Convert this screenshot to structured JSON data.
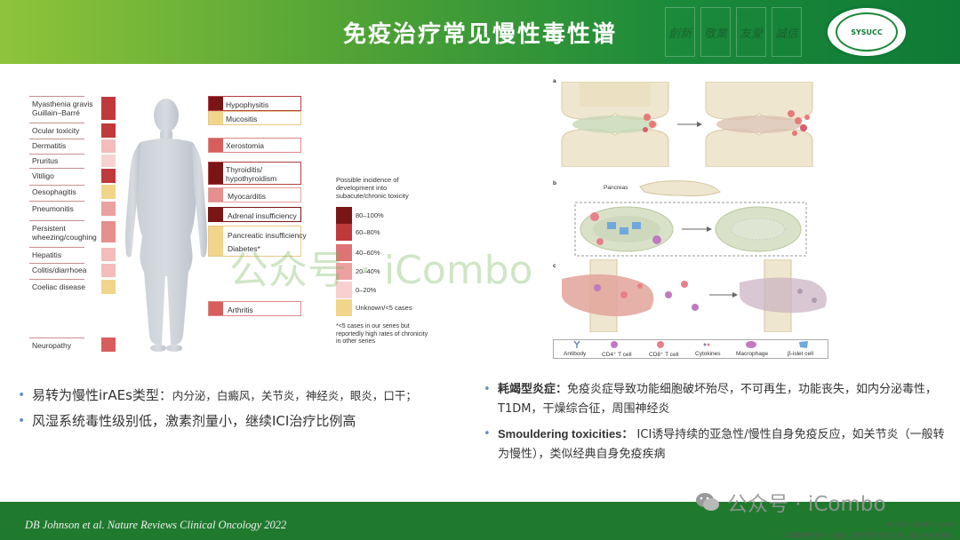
{
  "header": {
    "title": "免疫治疗常见慢性毒性谱",
    "motto": [
      "創新",
      "敬業",
      "友愛",
      "誠信"
    ],
    "logo_text": "SYSUCC"
  },
  "left_figure": {
    "left_labels": [
      {
        "text": "Myasthenia gravis",
        "color": "#c0393b"
      },
      {
        "text": "Guillain–Barré",
        "color": "#c0393b"
      },
      {
        "text": "Ocular toxicity",
        "color": "#c0393b"
      },
      {
        "text": "Dermatitis",
        "color": "#f4bcbc"
      },
      {
        "text": "Pruritus",
        "color": "#f7d2d2"
      },
      {
        "text": "Vitiligo",
        "color": "#c0393b"
      },
      {
        "text": "Oesophagitis",
        "color": "#f1d58a"
      },
      {
        "text": "Pneumonitis",
        "color": "#eaa1a1"
      },
      {
        "text": "Persistent",
        "color": "#e58f8f"
      },
      {
        "text": "wheezing/coughing",
        "color": "#e58f8f"
      },
      {
        "text": "Hepatitis",
        "color": "#f4bcbc"
      },
      {
        "text": "Colitis/diarrhoea",
        "color": "#f4bcbc"
      },
      {
        "text": "Coeliac disease",
        "color": "#f1d58a"
      },
      {
        "text": "Neuropathy",
        "color": "#d85e5e"
      }
    ],
    "right_labels": [
      {
        "text": "Hypophysitis",
        "color": "#7a1515"
      },
      {
        "text": "Mucositis",
        "color": "#f1d58a"
      },
      {
        "text": "Xerostomia",
        "color": "#d85e5e"
      },
      {
        "text": "Thyroiditis/",
        "color": "#7a1515"
      },
      {
        "text": "hypothyroidism",
        "color": "#7a1515"
      },
      {
        "text": "Myocarditis",
        "color": "#e58f8f"
      },
      {
        "text": "Adrenal insufficiency",
        "color": "#7a1515"
      },
      {
        "text": "Pancreatic insufficiency",
        "color": "#f1d58a"
      },
      {
        "text": "Diabetes*",
        "color": "#f1d58a"
      },
      {
        "text": "Arthritis",
        "color": "#d85e5e"
      }
    ],
    "legend": {
      "title": "Possible incidence of development into subacute/chronic toxicity",
      "items": [
        {
          "label": "80–100%",
          "color": "#7a1515"
        },
        {
          "label": "60–80%",
          "color": "#c0393b"
        },
        {
          "label": "40–60%",
          "color": "#e07373"
        },
        {
          "label": "20–40%",
          "color": "#eda0a0"
        },
        {
          "label": "0–20%",
          "color": "#f8d0d0"
        },
        {
          "label": "Unknown/<5 cases",
          "color": "#f1d58a"
        }
      ],
      "note": "*<5 cases in our series but reportedly high rates of chronicity in other series"
    }
  },
  "right_figure": {
    "panel_a": "a",
    "panel_b": "b",
    "panel_c": "c",
    "pancreas_label": "Pancreas",
    "legend": [
      "Antibody",
      "CD4⁺ T cell",
      "CD8⁺ T cell",
      "Cytokines",
      "Macrophage",
      "β-islet cell"
    ]
  },
  "left_bullets": [
    {
      "main": "易转为慢性irAEs类型：",
      "detail": "内分泌，白癜风，关节炎，神经炎，眼炎，口干；"
    },
    {
      "main": "风湿系统毒性级别低，激素剂量小，继续ICI治疗比例高",
      "detail": ""
    }
  ],
  "right_bullets": [
    {
      "bold": "耗竭型炎症：",
      "text": "免疫炎症导致功能细胞破坏殆尽，不可再生，功能丧失，如内分泌毒性，T1DM，干燥综合征，周围神经炎"
    },
    {
      "bold": "Smouldering toxicities：",
      "text": " ICI诱导持续的亚急性/慢性自身免疫反应，如关节炎（一般转为慢性），类似经典自身免疫疾病"
    }
  ],
  "watermark": "公众号 · iCombo",
  "footer": {
    "citation": "DB Johnson et al. Nature Reviews Clinical Oncology 2022",
    "watermark": "公众号 · iCombo",
    "code": "03-2025-CN-KEY-19869",
    "note": "本资料仅代表个人观点，仅作学术交流之用，请勿分发或转发"
  }
}
